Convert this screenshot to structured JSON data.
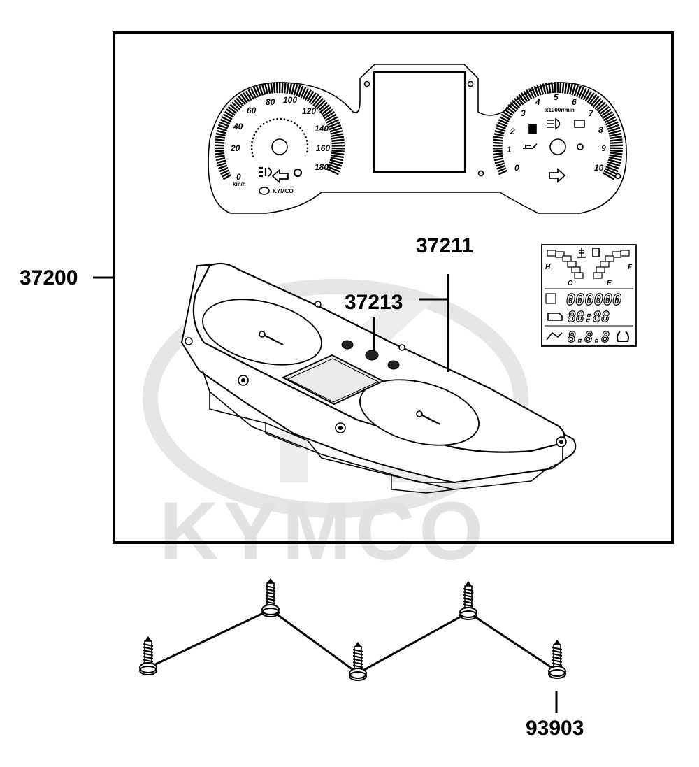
{
  "watermark": {
    "brand": "KYMCO"
  },
  "callouts": {
    "assembly": "37200",
    "cluster": "37211",
    "knob": "37213",
    "screw": "93903"
  },
  "dial_face": {
    "speedo_numbers": [
      "0",
      "20",
      "40",
      "60",
      "80",
      "100",
      "120",
      "140",
      "160",
      "180"
    ],
    "speedo_unit": "km/h",
    "logo_text": "KYMCO",
    "tacho_numbers": [
      "0",
      "1",
      "2",
      "3",
      "4",
      "5",
      "6",
      "7",
      "8",
      "9",
      "10"
    ],
    "tacho_unit": "x1000r/min"
  },
  "lcd": {
    "hot_label": "H",
    "cold_label": "C",
    "full_label": "F",
    "empty_label": "E",
    "odometer": "000000",
    "clock": "88:88",
    "pressure": "8.8.8"
  }
}
